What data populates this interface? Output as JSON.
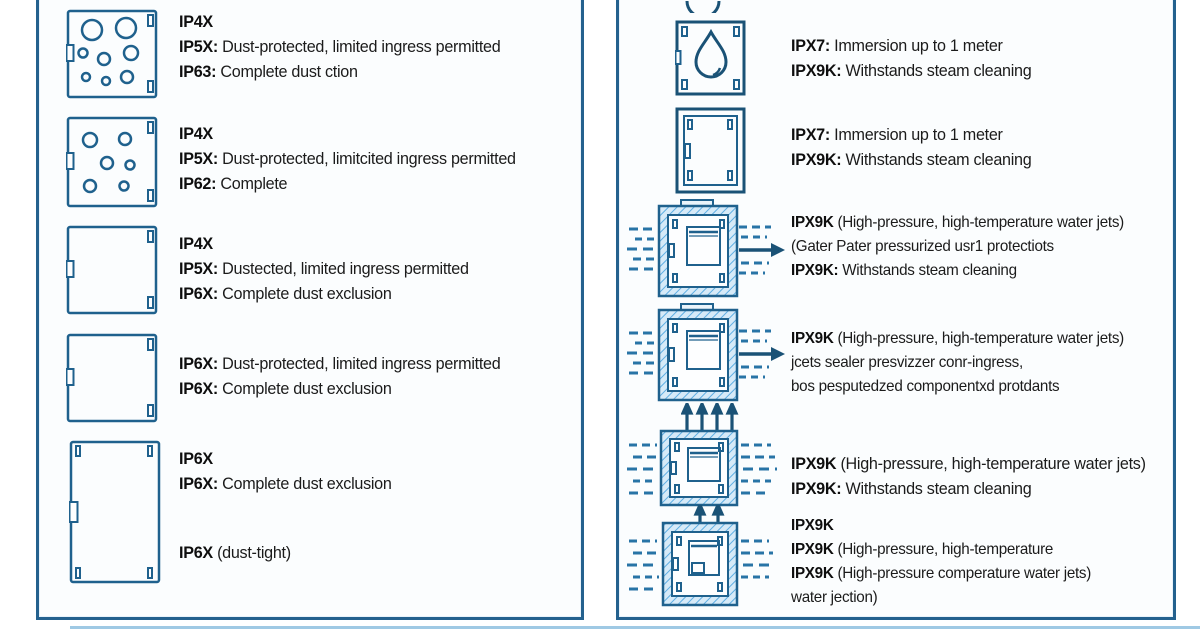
{
  "colors": {
    "panel_border": "#24618e",
    "icon_stroke": "#1f618d",
    "hatch_fill": "#d6eaf8",
    "hatch_line": "#5dade2",
    "jet_line": "#2874a6",
    "text": "#1b1b1b",
    "bottom_rule": "#8ebfdf"
  },
  "icons": {
    "left": [
      "dust-particles-enclosure-icon",
      "dust-particles-enclosure-icon",
      "vented-enclosure-icon",
      "vented-enclosure-icon",
      "dust-tight-enclosure-icon"
    ],
    "right": [
      "partial-circle-icon",
      "water-droplet-enclosure-icon",
      "sealed-double-enclosure-icon",
      "water-jets-arrow-enclosure-icon",
      "water-jets-arrow-enclosure-icon",
      "water-jets-enclosure-icon",
      "water-jets-enclosure-icon",
      "up-arrows-icon",
      "up-arrows-icon"
    ]
  },
  "left": {
    "rows": [
      {
        "lines": [
          {
            "b": "IP4X",
            "t": ""
          },
          {
            "b": "IP5X:",
            "t": " Dust-protected, limited ingress permitted"
          },
          {
            "b": "IP63:",
            "t": " Complete dust ction"
          }
        ]
      },
      {
        "lines": [
          {
            "b": "IP4X",
            "t": ""
          },
          {
            "b": "IP5X:",
            "t": " Dust-protected, limitcited ingress permitted"
          },
          {
            "b": "IP62:",
            "t": " Complete"
          }
        ]
      },
      {
        "lines": [
          {
            "b": "IP4X",
            "t": ""
          },
          {
            "b": "IP5X:",
            "t": " Dustected, limited ingress permitted"
          },
          {
            "b": "IP6X:",
            "t": " Complete dust exclusion"
          }
        ]
      },
      {
        "lines": [
          {
            "b": "IP6X:",
            "t": " Dust-protected, limited ingress permitted"
          },
          {
            "b": "IP6X:",
            "t": " Complete dust exclusion"
          }
        ]
      },
      {
        "lines": [
          {
            "b": "IP6X",
            "t": ""
          },
          {
            "b": "IP6X:",
            "t": " Complete dust exclusion"
          },
          {
            "b": "IP6X",
            "t": " (dust-tight)"
          }
        ]
      }
    ]
  },
  "right": {
    "rows": [
      {
        "lines": [
          {
            "b": "IPX7:",
            "t": " Immersion up to 1 meter"
          },
          {
            "b": "IPX9K:",
            "t": " Withstands steam cleaning"
          }
        ]
      },
      {
        "lines": [
          {
            "b": "IPX7:",
            "t": " Immersion up to 1 meter"
          },
          {
            "b": "IPX9K:",
            "t": " Withstands steam cleaning"
          }
        ]
      },
      {
        "lines": [
          {
            "b": "IPX9K",
            "t": " (High-pressure, high-temperature water jets)"
          },
          {
            "b": "",
            "t": "(Gater Pater pressurized usr1 protectiots"
          },
          {
            "b": "IPX9K:",
            "t": " Withstands steam cleaning"
          }
        ]
      },
      {
        "lines": [
          {
            "b": "IPX9K",
            "t": " (High-pressure, high-temperature water jets)"
          },
          {
            "b": "",
            "t": "jcets sealer presvizzer conr-ingress,"
          },
          {
            "b": "",
            "t": "bos pesputedzed componentxd protdants"
          }
        ]
      },
      {
        "lines": [
          {
            "b": "IPX9K",
            "t": " (High-pressure, high-temperature water jets)"
          },
          {
            "b": "IPX9K:",
            "t": " Withstands steam cleaning"
          }
        ]
      },
      {
        "lines": [
          {
            "b": "IPX9K",
            "t": ""
          },
          {
            "b": "IPX9K",
            "t": " (High-pressure, high-temperature"
          },
          {
            "b": "IPX9K",
            "t": " (High-pressure comperature water jets)"
          },
          {
            "b": "",
            "t": "water jection)"
          }
        ]
      }
    ]
  }
}
